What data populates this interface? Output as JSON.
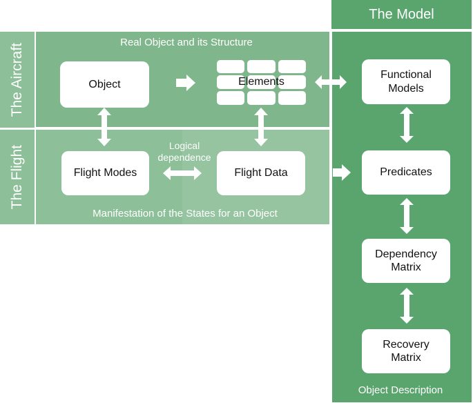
{
  "labels": {
    "model_title": "The Model",
    "aircraft": "The Aircraft",
    "flight": "The Flight",
    "real_object": "Real Object and its Structure",
    "manifestation": "Manifestation of the States for an Object",
    "object_description": "Object Description",
    "logical_dependence_line1": "Logical",
    "logical_dependence_line2": "dependence"
  },
  "nodes": {
    "object": "Object",
    "elements": "Elements",
    "flight_modes": "Flight Modes",
    "flight_data": "Flight Data",
    "functional_models_line1": "Functional",
    "functional_models_line2": "Models",
    "predicates": "Predicates",
    "dependency_matrix_line1": "Dependency",
    "dependency_matrix_line2": "Matrix",
    "recovery_matrix_line1": "Recovery",
    "recovery_matrix_line2": "Matrix"
  },
  "colors": {
    "green_dark": "#5aa56e",
    "green_light": "#8dbf98",
    "white": "#ffffff"
  }
}
